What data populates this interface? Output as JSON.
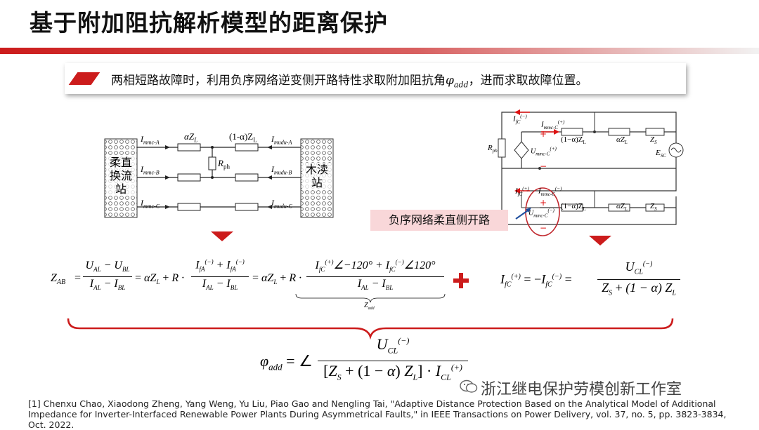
{
  "slide": {
    "title": "基于附加阻抗解析模型的距离保护",
    "bullet": {
      "text_before": "两相短路故障时，利用负序网络逆变侧开路特性求取附加阻抗角",
      "phi": "φ",
      "phi_sub": "add",
      "text_after": "，进而求取故障位置。"
    },
    "colors": {
      "accent_red": "#cc1c1c",
      "callout_bg": "#f9d7d9",
      "title_bar_start": "#cc1c1c"
    }
  },
  "left_circuit": {
    "left_station": "柔直换流站",
    "left_station_lines": [
      "柔直",
      "换流",
      "站"
    ],
    "right_station": "木渎站",
    "right_station_lines": [
      "木渎",
      "站"
    ],
    "label_i_mmc_a": "I",
    "label_i_mmc_a_sub": "mmc-A",
    "label_i_mmc_b": "I",
    "label_i_mmc_b_sub": "mmc-B",
    "label_i_mmc_c": "I",
    "label_i_mmc_c_sub": "mmc-C",
    "label_i_mudu_a": "I",
    "label_i_mudu_a_sub": "mudu-A",
    "label_i_mudu_b": "I",
    "label_i_mudu_b_sub": "mudu-B",
    "label_i_mudu_c": "I",
    "label_i_mudu_c_sub": "mudu-C",
    "label_alpha_zl": "αZ",
    "label_alpha_zl_sub": "L",
    "label_1ma_zl": "(1-α)Z",
    "label_1ma_zl_sub": "L",
    "label_rph": "R",
    "label_rph_sub": "ph"
  },
  "right_circuit": {
    "callout": "负序网络柔直侧开路",
    "labels": {
      "i_fc": "I",
      "i_fc_sub": "fC",
      "i_fc_sup_top": "(−)",
      "i_fc_sup_bottom": "(+)",
      "i_mmc_c": "I",
      "i_mmc_c_sub": "mmc-C",
      "i_mmc_c_sup_top": "(+)",
      "i_mmc_c_sup_bottom": "(−)",
      "u_mmc_c": "U",
      "u_mmc_c_sub": "mmc-C",
      "u_mmc_c_sup_top": "(+)",
      "u_mmc_c_sup_bottom": "(−)",
      "r_ph": "R",
      "r_ph_sub": "ph",
      "z_1ma": "(1−α)Z",
      "z_1ma_sub": "L",
      "z_a": "αZ",
      "z_a_sub": "L",
      "z_s": "Z",
      "z_s_sub": "S",
      "e_sc": "E",
      "e_sc_sub": "SC",
      "plus": "+",
      "minus": "−"
    }
  },
  "equations": {
    "eq1_lhs": "Z",
    "eq1_lhs_sub": "AB",
    "eq1_part1_num": "U",
    "eq1_alpha_zl": "= αZ",
    "eq1_plus_r": "+ R ·",
    "eq1_underbrace_label": "Z",
    "eq1_underbrace_sub": "add",
    "eq2": "I",
    "eq3_phi": "φ",
    "eq3_phi_sub": "add"
  },
  "watermark": "浙江继电保护劳模创新工作室",
  "citation": "[1] Chenxu Chao, Xiaodong Zheng, Yang Weng, Yu Liu, Piao Gao and Nengling Tai, \"Adaptive Distance Protection Based on the Analytical Model of Additional Impedance for Inverter-Interfaced Renewable Power Plants During Asymmetrical Faults,\" in IEEE Transactions on Power Delivery, vol. 37, no. 5, pp. 3823-3834, Oct. 2022."
}
